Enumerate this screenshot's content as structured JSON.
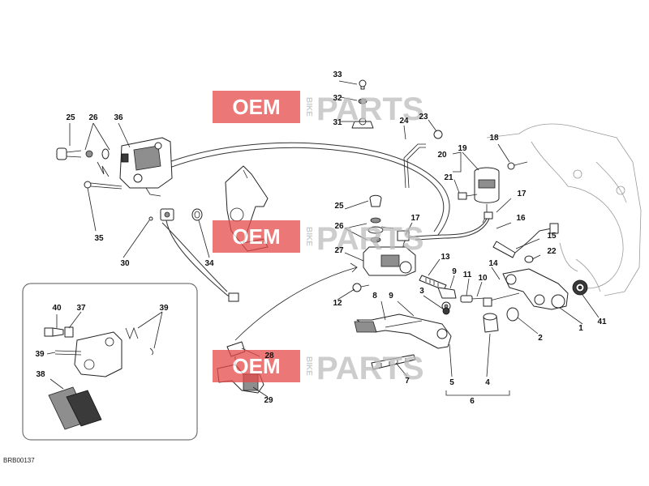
{
  "diagram": {
    "code": "BRB00137",
    "callouts": [
      {
        "label": "1"
      },
      {
        "label": "2"
      },
      {
        "label": "3"
      },
      {
        "label": "4"
      },
      {
        "label": "5"
      },
      {
        "label": "6"
      },
      {
        "label": "7"
      },
      {
        "label": "8"
      },
      {
        "label": "9"
      },
      {
        "label": "9"
      },
      {
        "label": "10"
      },
      {
        "label": "11"
      },
      {
        "label": "12"
      },
      {
        "label": "13"
      },
      {
        "label": "14"
      },
      {
        "label": "15"
      },
      {
        "label": "16"
      },
      {
        "label": "17"
      },
      {
        "label": "17"
      },
      {
        "label": "18"
      },
      {
        "label": "19"
      },
      {
        "label": "20"
      },
      {
        "label": "21"
      },
      {
        "label": "22"
      },
      {
        "label": "23"
      },
      {
        "label": "24"
      },
      {
        "label": "25"
      },
      {
        "label": "25"
      },
      {
        "label": "26"
      },
      {
        "label": "26"
      },
      {
        "label": "27"
      },
      {
        "label": "28"
      },
      {
        "label": "29"
      },
      {
        "label": "30"
      },
      {
        "label": "31"
      },
      {
        "label": "32"
      },
      {
        "label": "33"
      },
      {
        "label": "34"
      },
      {
        "label": "35"
      },
      {
        "label": "36"
      },
      {
        "label": "37"
      },
      {
        "label": "38"
      },
      {
        "label": "39"
      },
      {
        "label": "39"
      },
      {
        "label": "40"
      },
      {
        "label": "41"
      }
    ]
  },
  "watermark": {
    "oem": "OEM",
    "bike": "BIKE",
    "parts": "PARTS",
    "colors": {
      "red": "#e64a4a",
      "light_red": "#f0a0a0",
      "gray": "#bdbdbd"
    }
  }
}
